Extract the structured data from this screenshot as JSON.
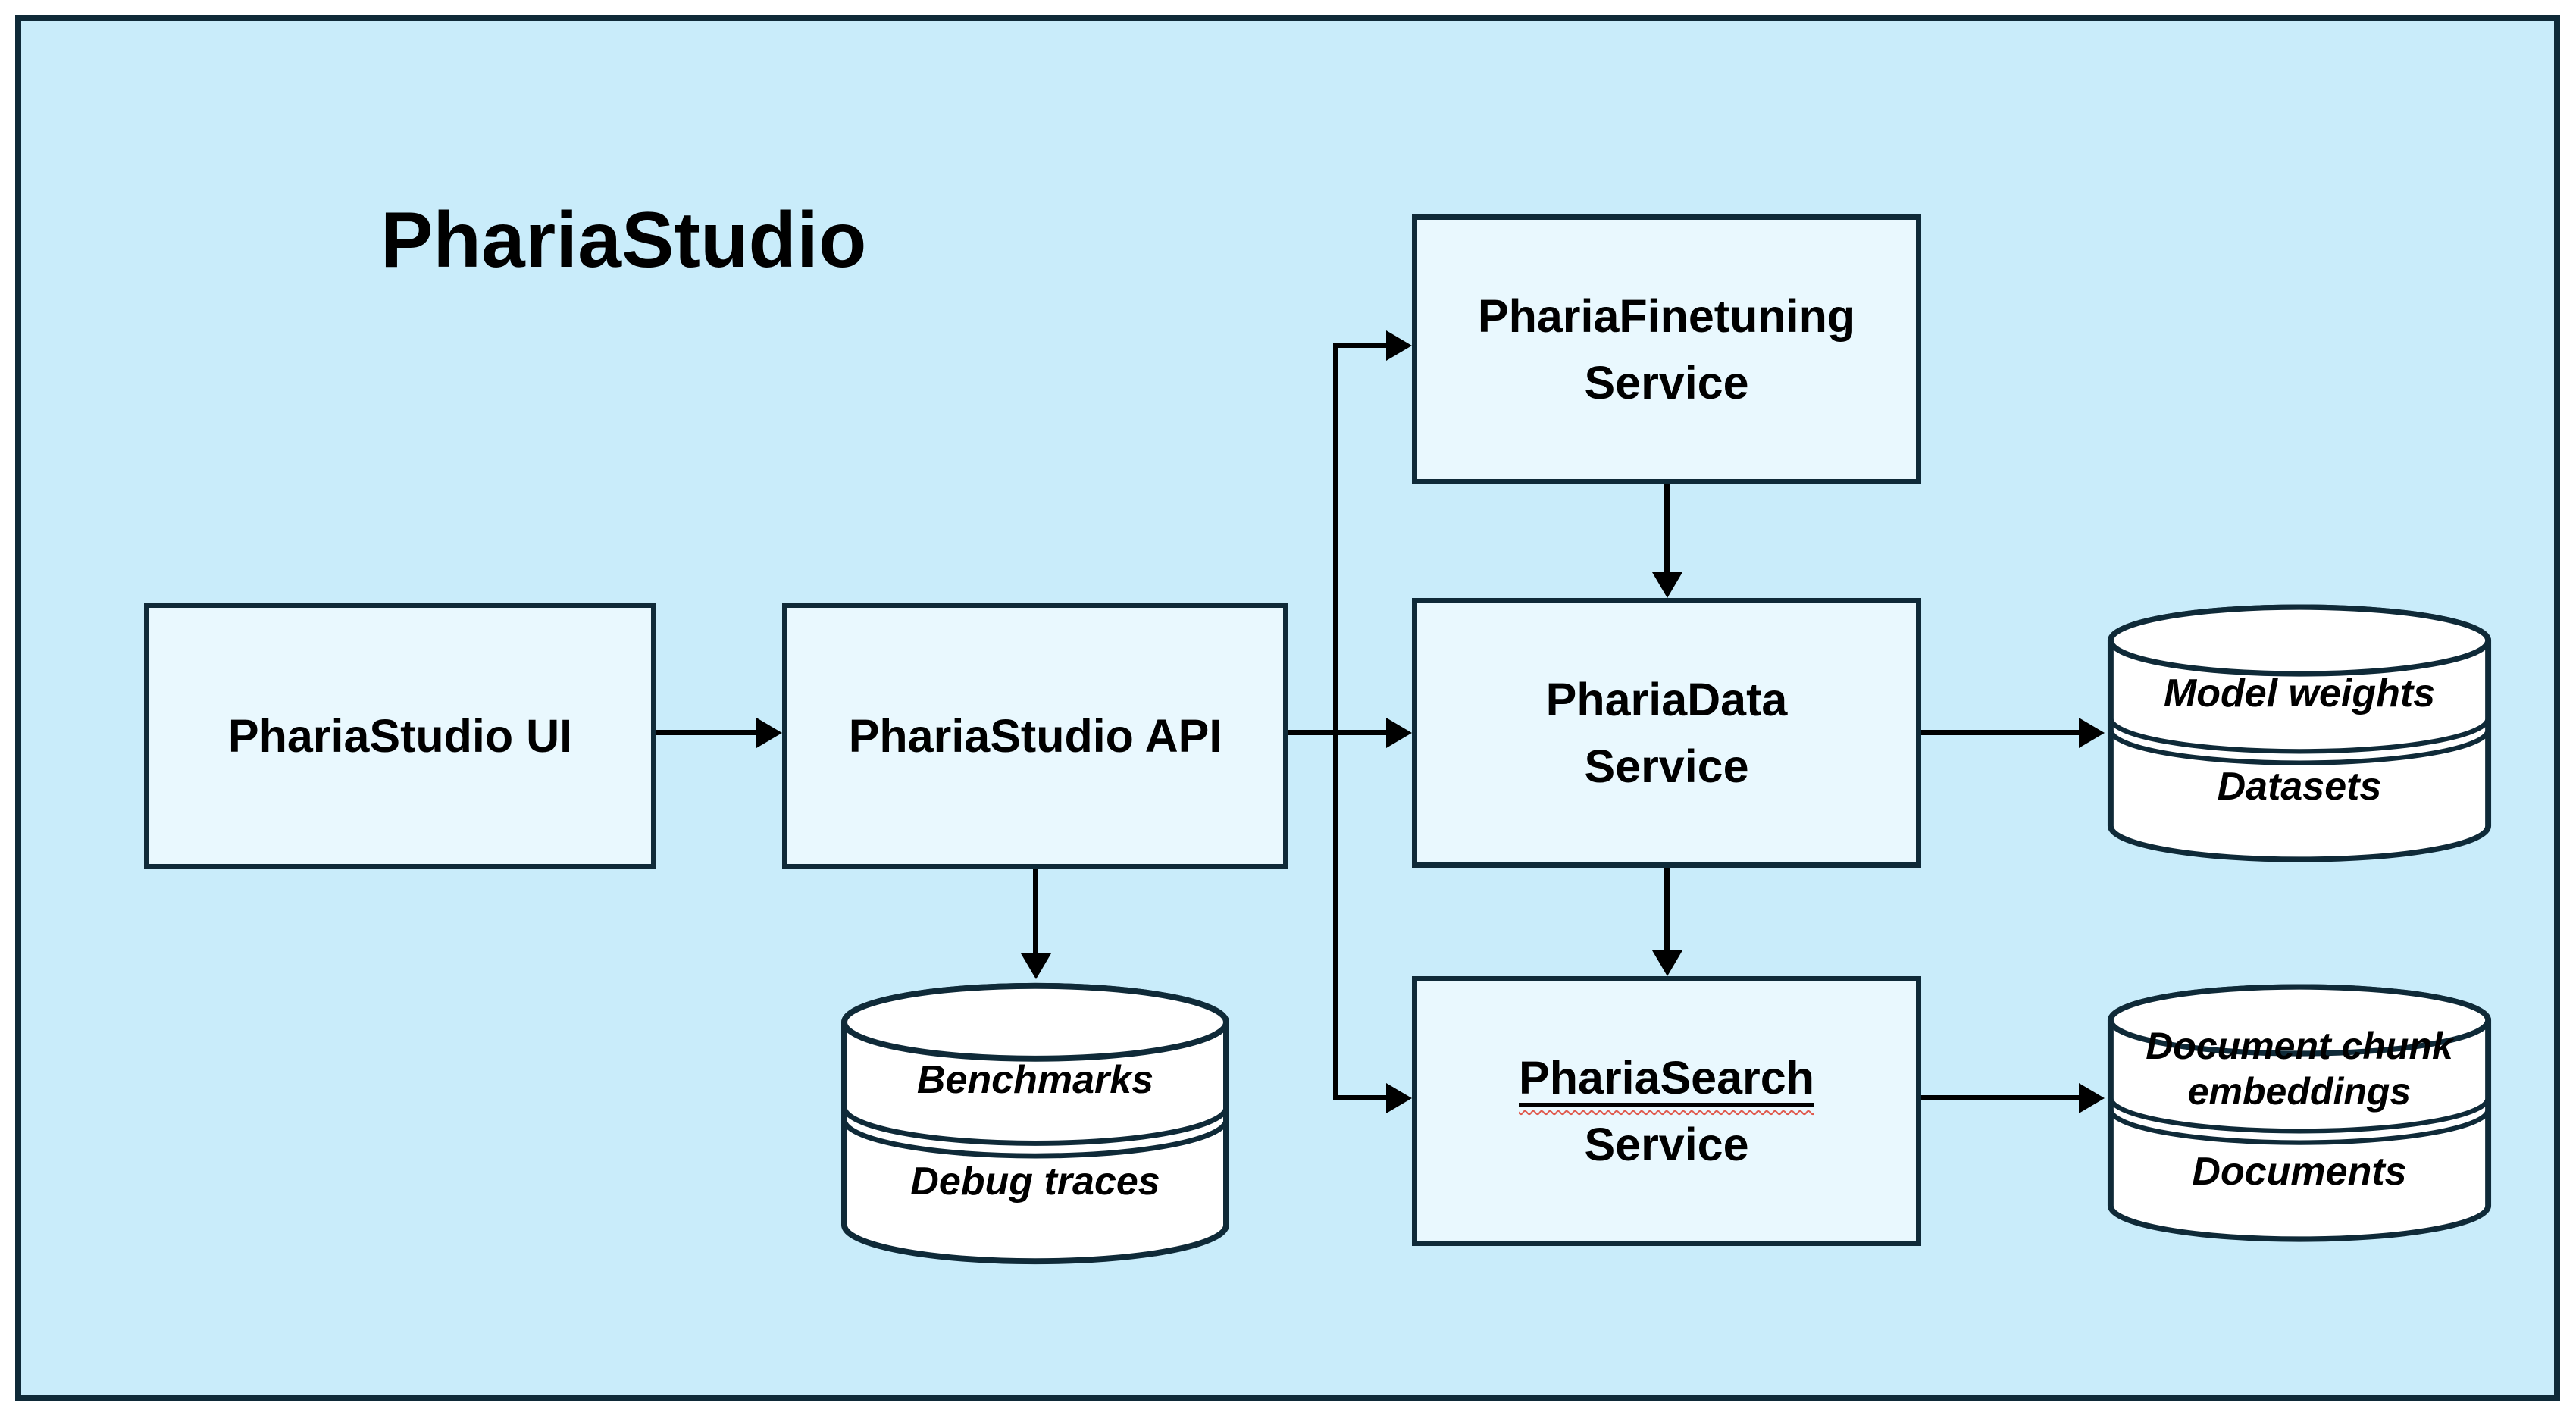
{
  "title": "PhariaStudio",
  "colors": {
    "page-bg": "#ffffff",
    "canvas-bg": "#c9ecfa",
    "node-fill": "#e9f8fe",
    "store-fill": "#ffffff",
    "outline": "#0f2a38",
    "arrow": "#000000",
    "text": "#000000",
    "squiggle": "#e05a4e"
  },
  "nodes": {
    "ui": {
      "label": "PhariaStudio UI"
    },
    "api": {
      "label": "PhariaStudio API"
    },
    "finetuning": {
      "label_line1": "PhariaFinetuning",
      "label_line2": "Service"
    },
    "data": {
      "label_line1": "PhariaData",
      "label_line2": "Service"
    },
    "search": {
      "label_line1": "PhariaSearch",
      "label_line2": "Service"
    }
  },
  "datastores": {
    "studio_store": {
      "top_label": "Benchmarks",
      "bottom_label": "Debug traces"
    },
    "data_store": {
      "top_label": "Model weights",
      "bottom_label": "Datasets"
    },
    "search_store": {
      "top_label": "Document chunk embeddings",
      "bottom_label": "Documents"
    }
  },
  "edges": [
    {
      "from": "PhariaStudio UI",
      "to": "PhariaStudio API"
    },
    {
      "from": "PhariaStudio API",
      "to": "PhariaFinetuning Service"
    },
    {
      "from": "PhariaStudio API",
      "to": "PhariaData Service"
    },
    {
      "from": "PhariaStudio API",
      "to": "PhariaSearch Service"
    },
    {
      "from": "PhariaStudio API",
      "to": "Benchmarks / Debug traces store"
    },
    {
      "from": "PhariaFinetuning Service",
      "to": "PhariaData Service"
    },
    {
      "from": "PhariaData Service",
      "to": "PhariaSearch Service"
    },
    {
      "from": "PhariaData Service",
      "to": "Model weights / Datasets store"
    },
    {
      "from": "PhariaSearch Service",
      "to": "Document chunk embeddings / Documents store"
    }
  ]
}
